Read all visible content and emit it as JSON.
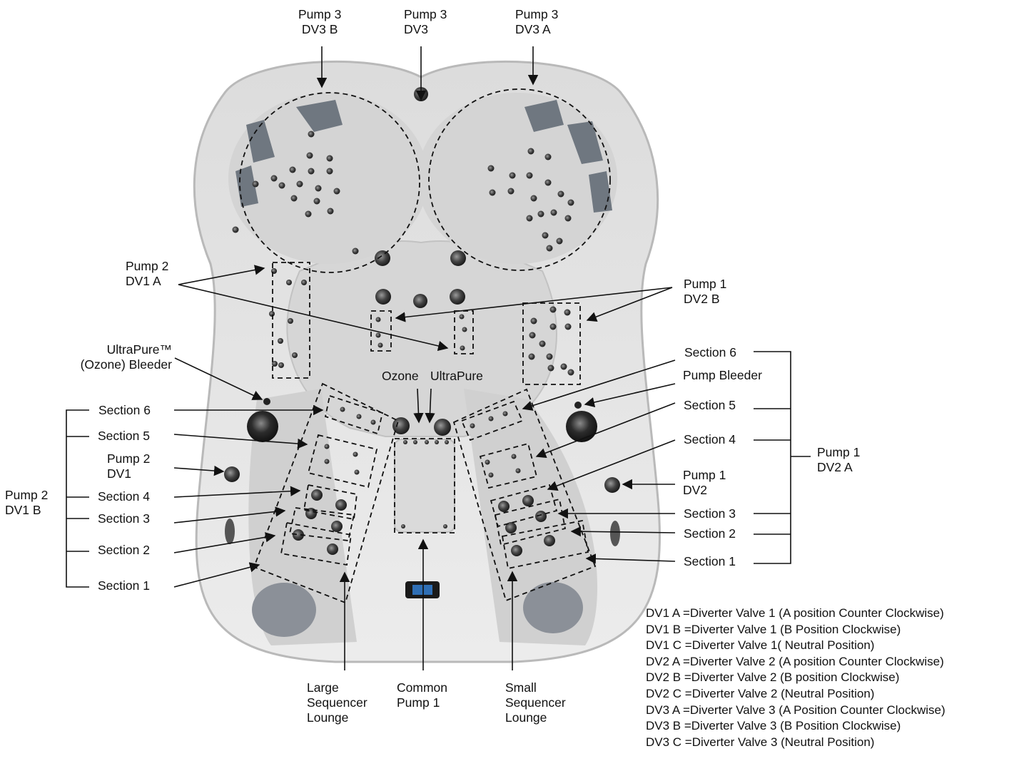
{
  "labels": {
    "p3_dv3b": [
      "Pump 3",
      "DV3 B"
    ],
    "p3_dv3": [
      "Pump 3",
      "DV3"
    ],
    "p3_dv3a": [
      "Pump 3",
      "DV3 A"
    ],
    "p2_dv1a": [
      "Pump 2",
      "DV1 A"
    ],
    "p1_dv2b": [
      "Pump 1",
      "DV2 B"
    ],
    "ultrapure_bleeder": [
      "UltraPure™",
      "(Ozone) Bleeder"
    ],
    "ozone": "Ozone",
    "ultrapure": "UltraPure",
    "pump_bleeder": "Pump Bleeder",
    "p2_dv1": [
      "Pump 2",
      "DV1"
    ],
    "p1_dv2": [
      "Pump 1",
      "DV2"
    ],
    "p2_dv1b": [
      "Pump 2",
      "DV1 B"
    ],
    "p1_dv2a": [
      "Pump 1",
      "DV2 A"
    ],
    "left_sections": [
      "Section 6",
      "Section 5",
      "Section 4",
      "Section 3",
      "Section 2",
      "Section 1"
    ],
    "right_sections": [
      "Section 6",
      "Section 5",
      "Section 4",
      "Section 3",
      "Section 2",
      "Section 1"
    ],
    "large_lounge": [
      "Large",
      "Sequencer",
      "Lounge"
    ],
    "common_pump": [
      "Common",
      "Pump 1"
    ],
    "small_lounge": [
      "Small",
      "Sequencer",
      "Lounge"
    ]
  },
  "legend": [
    "DV1 A =Diverter Valve 1 (A position Counter Clockwise)",
    "DV1 B =Diverter Valve 1 (B Position Clockwise)",
    "DV1 C =Diverter Valve 1( Neutral Position)",
    "DV2 A =Diverter Valve 2 (A position Counter Clockwise)",
    "DV2 B =Diverter Valve 2 (B position Clockwise)",
    "DV2 C =Diverter Valve 2 (Neutral Position)",
    "DV3 A =Diverter Valve 3 (A Position Counter Clockwise)",
    "DV3 B =Diverter Valve 3 (B Position Clockwise)",
    "DV3 C =Diverter Valve 3 (Neutral Position)"
  ],
  "colors": {
    "shell": "#e3e3e3",
    "shell_edge": "#b9b9b9",
    "seat": "#d2d2d2",
    "pillow": "#6f7780",
    "jet": "#3b3b3b",
    "line": "#111111"
  }
}
